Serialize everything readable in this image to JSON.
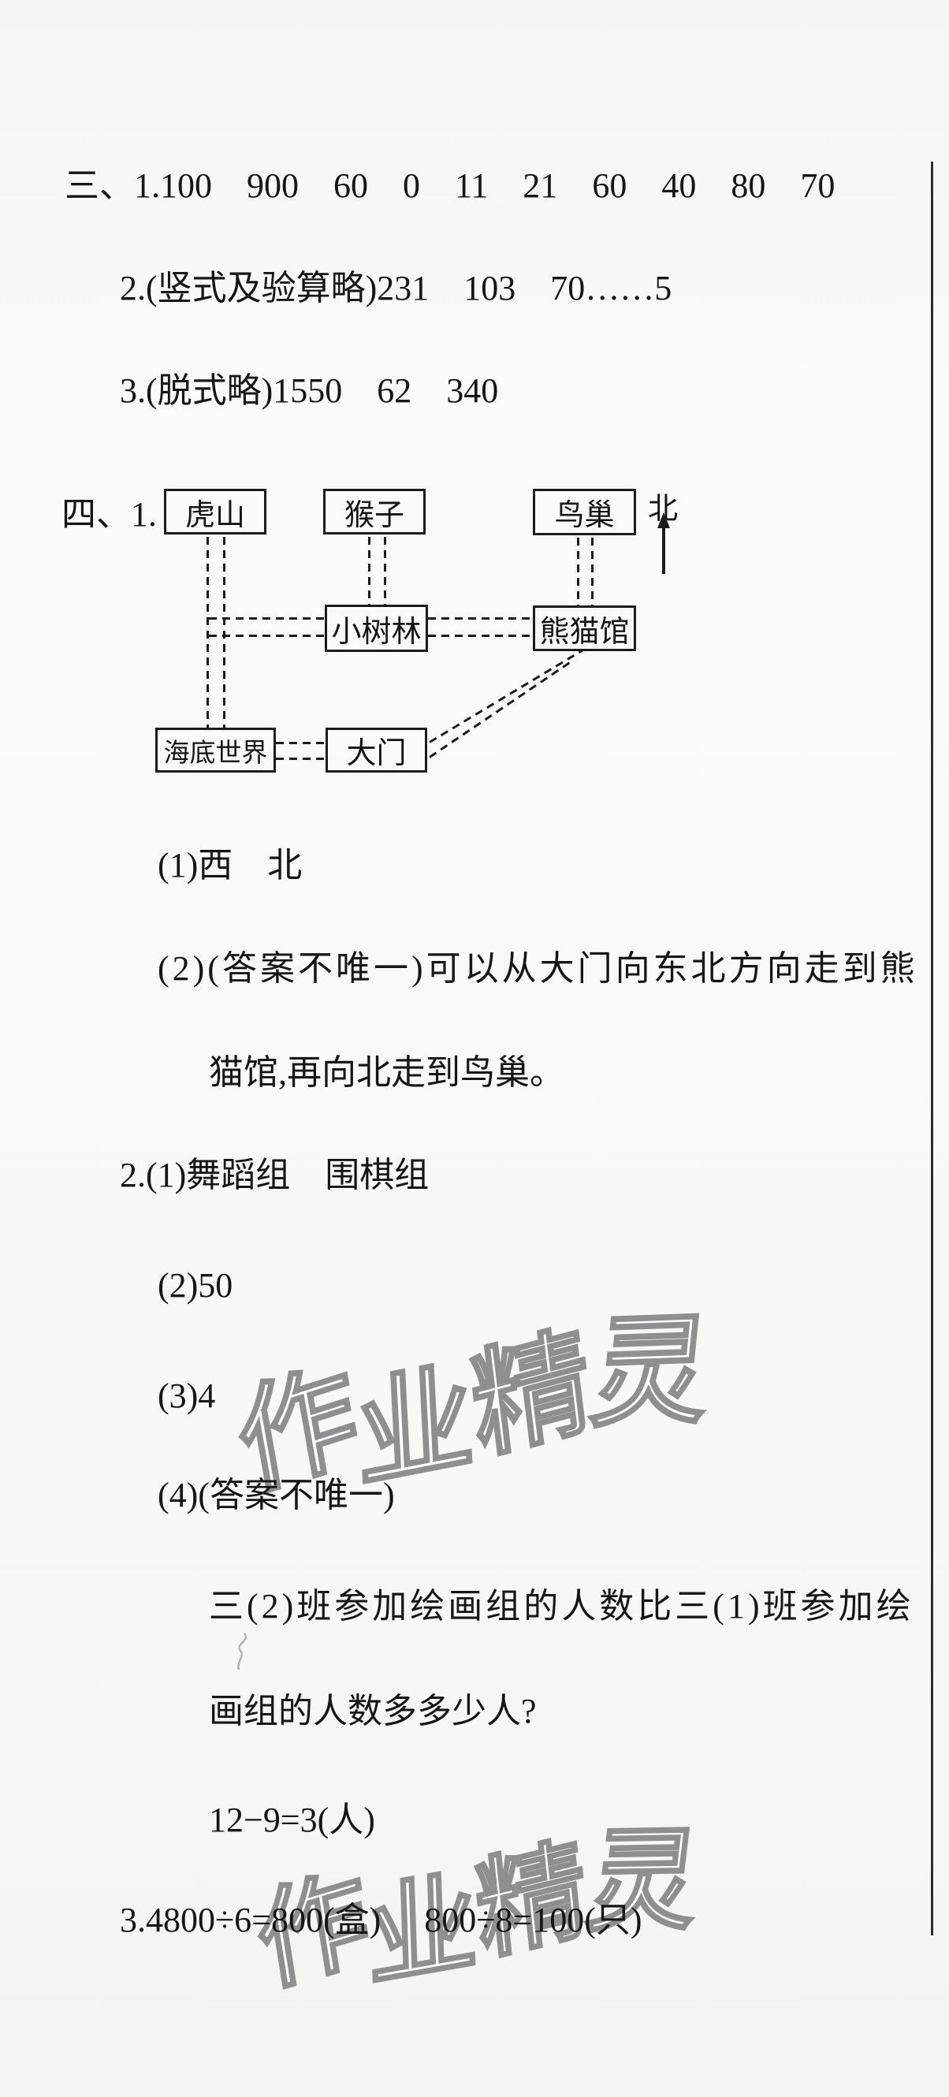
{
  "page": {
    "background": "#f8f8f6",
    "border_color": "#2c2c2c",
    "text_color": "#161616"
  },
  "watermark": {
    "text": "作业精灵",
    "outline_color": "#8f8f8f"
  },
  "section_three": {
    "line1": "三、1.100    900    60    0    11    21    60    40    80    70",
    "line2": "2.(竖式及验算略)231    103    70……5",
    "line3": "3.(脱式略)1550    62    340"
  },
  "section_four": {
    "label": "四、1.",
    "map": {
      "north_label": "北",
      "places": {
        "tiger_hill": "虎山",
        "monkey": "猴子",
        "bird_nest": "鸟巢",
        "small_woods": "小树林",
        "panda_house": "熊猫馆",
        "underwater_world": "海底世界",
        "main_gate": "大门"
      }
    },
    "q1_answer1": "(1)西    北",
    "q1_answer2_line1": "(2)(答案不唯一)可以从大门向东北方向走到熊",
    "q1_answer2_line2": "猫馆,再向北走到鸟巢。",
    "q2_answer1": "2.(1)舞蹈组    围棋组",
    "q2_answer2": "(2)50",
    "q2_answer3": "(3)4",
    "q2_answer4": "(4)(答案不唯一)",
    "q2_answer4_example_line1": "三(2)班参加绘画组的人数比三(1)班参加绘",
    "q2_answer4_example_line2": "画组的人数多多少人?",
    "q2_answer4_solution": "12−9=3(人)",
    "q3_answer": "3.4800÷6=800(盒)     800÷8=100(只)"
  }
}
